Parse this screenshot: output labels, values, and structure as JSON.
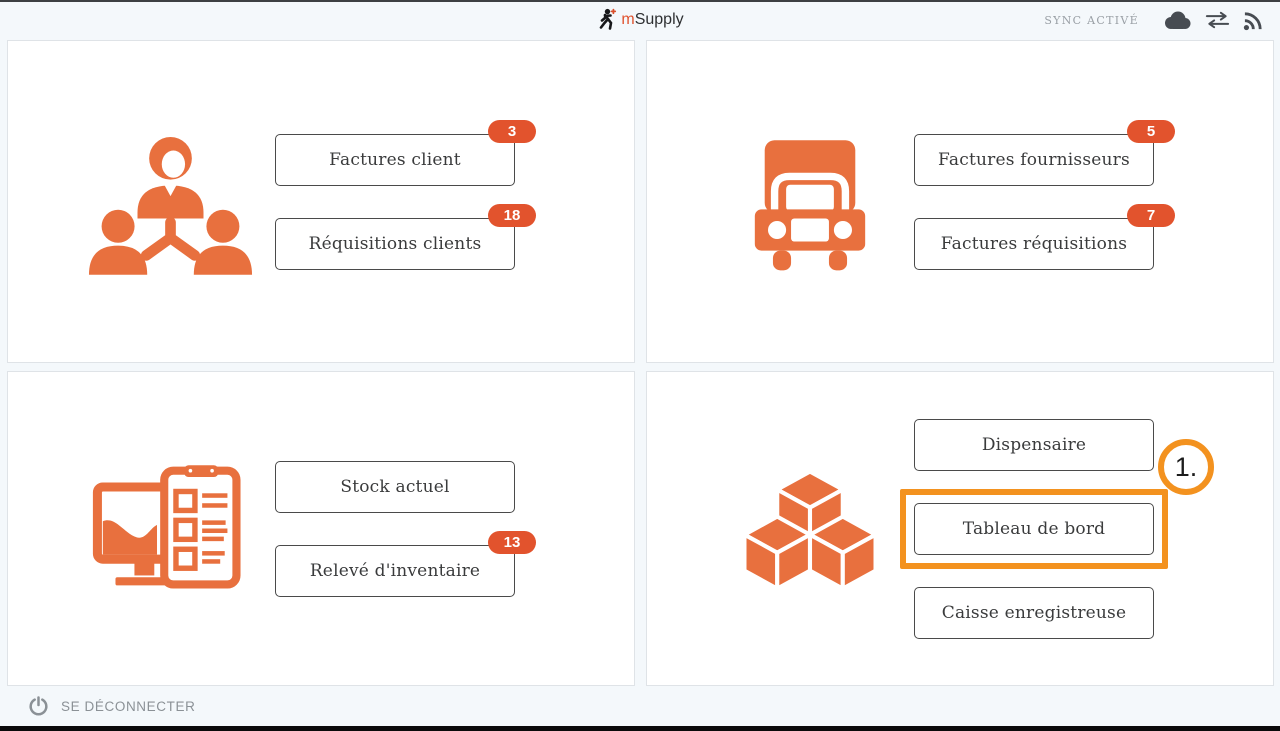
{
  "header": {
    "logo": {
      "prefix": "m",
      "rest": "Supply",
      "icon": "msupply-runner-icon"
    },
    "sync_status": "SYNC ACTIVÉ",
    "status_icons": [
      "cloud-icon",
      "sync-arrows-icon",
      "wireless-icon"
    ]
  },
  "colors": {
    "icon_orange": "#e8703e",
    "badge_orange": "#e2532d",
    "highlight_orange": "#f3921f",
    "background": "#f4f8fb"
  },
  "panels": {
    "customers": {
      "icon": "customers-icon",
      "buttons": [
        {
          "label": "Factures client",
          "badge": "3"
        },
        {
          "label": "Réquisitions clients",
          "badge": "18"
        }
      ]
    },
    "suppliers": {
      "icon": "truck-icon",
      "buttons": [
        {
          "label": "Factures fournisseurs",
          "badge": "5"
        },
        {
          "label": "Factures réquisitions",
          "badge": "7"
        }
      ]
    },
    "stock": {
      "icon": "stock-icon",
      "buttons": [
        {
          "label": "Stock actuel"
        },
        {
          "label": "Relevé d'inventaire",
          "badge": "13"
        }
      ]
    },
    "modules": {
      "icon": "cubes-icon",
      "buttons": [
        {
          "label": "Dispensaire"
        },
        {
          "label": "Tableau de bord",
          "highlighted": true
        },
        {
          "label": "Caisse enregistreuse"
        }
      ]
    }
  },
  "annotation": {
    "label": "1."
  },
  "footer": {
    "logout_label": "SE DÉCONNECTER"
  }
}
